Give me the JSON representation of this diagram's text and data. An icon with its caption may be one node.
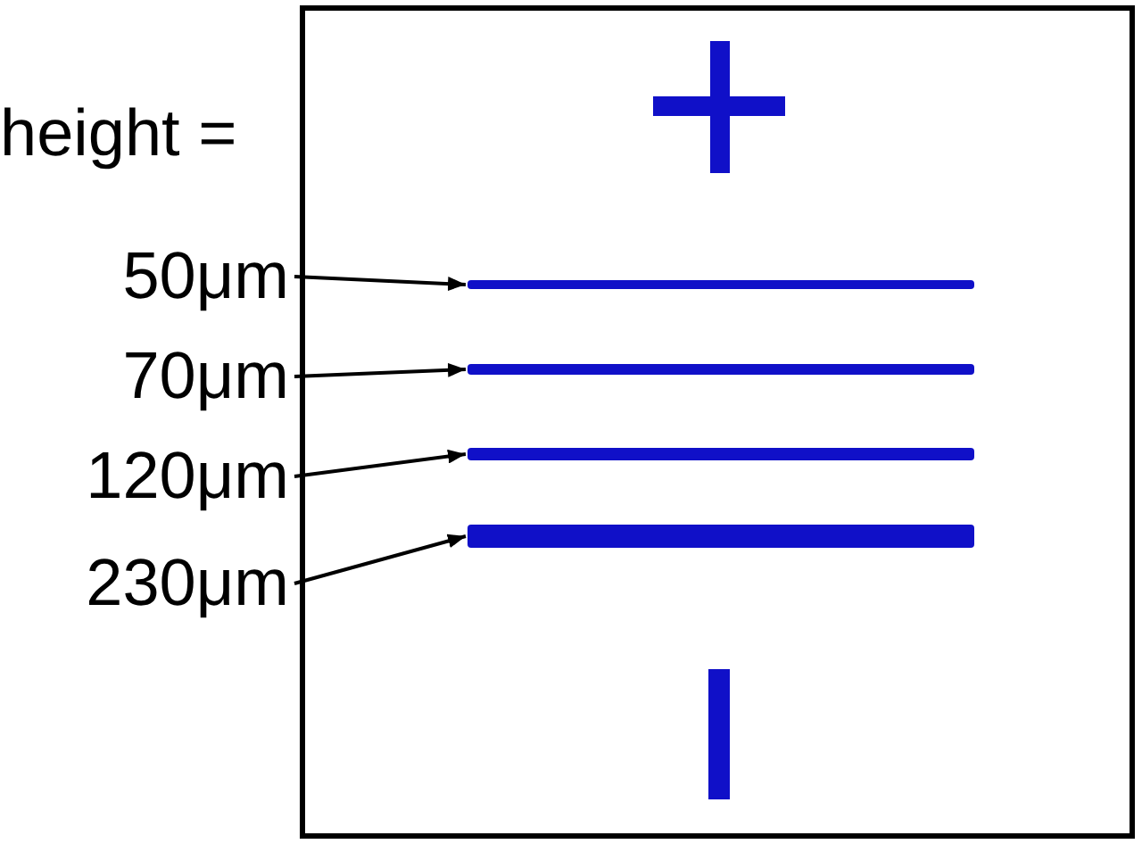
{
  "diagram": {
    "nodes": [
      {
        "text": [
          "50μm"
        ]
      },
      {
        "text": [
          "70μm"
        ]
      },
      {
        "text": [
          "120μm"
        ]
      },
      {
        "text": [
          "230μm"
        ]
      },
      {
        "text": [],
        "shape": "bar"
      },
      {
        "text": [],
        "shape": "bar"
      },
      {
        "text": [],
        "shape": "bar"
      },
      {
        "text": [],
        "shape": "bar"
      }
    ],
    "edges": [
      {
        "from": 0,
        "to": 4,
        "arrow": "to"
      },
      {
        "from": 1,
        "to": 5,
        "arrow": "to"
      },
      {
        "from": 2,
        "to": 6,
        "arrow": "to"
      },
      {
        "from": 3,
        "to": 7,
        "arrow": "to"
      }
    ],
    "labels": [
      "height ="
    ]
  }
}
